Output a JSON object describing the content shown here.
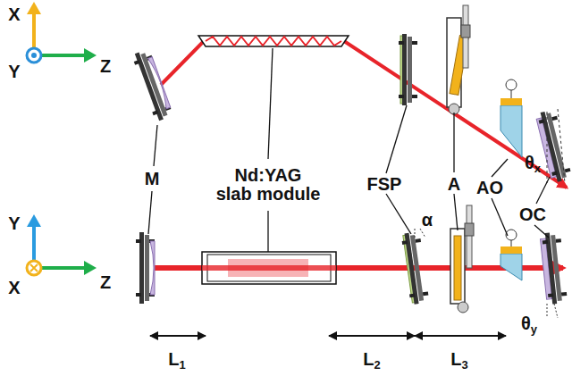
{
  "diagram": {
    "labels": [
      "X",
      "Y",
      "Z",
      "Y",
      "X",
      "Z",
      "M",
      "Nd:YAG slab module",
      "FSP",
      "A",
      "AO",
      "OC",
      "θx",
      "α",
      "θy",
      "L1",
      "L2",
      "L3"
    ]
  }
}
